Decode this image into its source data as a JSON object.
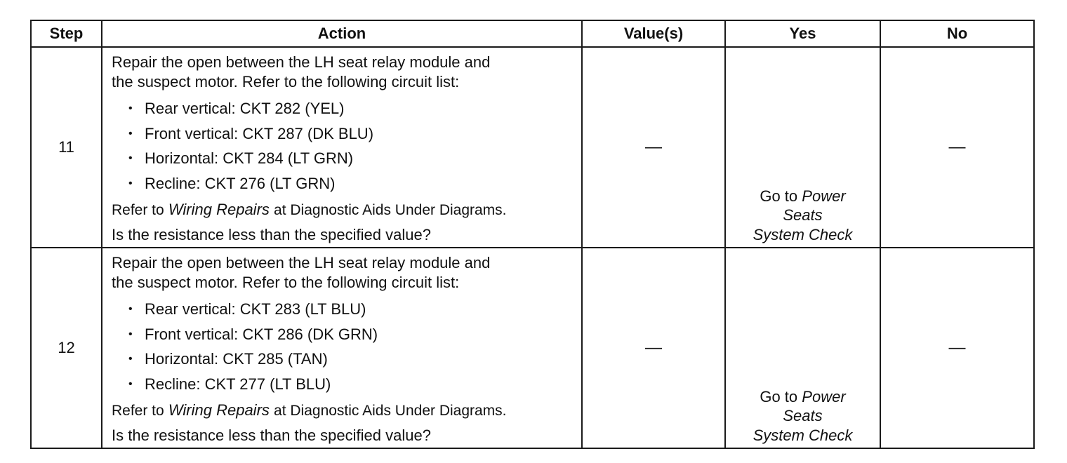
{
  "table": {
    "headers": {
      "step": "Step",
      "action": "Action",
      "values": "Value(s)",
      "yes": "Yes",
      "no": "No"
    },
    "rows": [
      {
        "step": "11",
        "intro_line1": "Repair the open between the LH seat relay module and",
        "intro_line2": "the suspect motor. Refer to the following circuit list:",
        "circuits": [
          "Rear vertical: CKT 282 (YEL)",
          "Front vertical: CKT 287 (DK BLU)",
          "Horizontal: CKT 284 (LT GRN)",
          "Recline: CKT 276 (LT GRN)"
        ],
        "refer_lead": "Refer to",
        "refer_italic": "Wiring Repairs",
        "refer_tail": "at Diagnostic Aids Under Diagrams.",
        "question": "Is the resistance less than the specified value?",
        "value": "—",
        "yes_lead": "Go to",
        "yes_italic_1": "Power",
        "yes_italic_2": "Seats",
        "yes_italic_3": "System Check",
        "no": "—"
      },
      {
        "step": "12",
        "intro_line1": "Repair the open between the LH seat relay module and",
        "intro_line2": "the suspect motor. Refer to the following circuit list:",
        "circuits": [
          "Rear vertical: CKT 283 (LT BLU)",
          "Front vertical: CKT 286 (DK GRN)",
          "Horizontal: CKT 285 (TAN)",
          "Recline: CKT 277 (LT BLU)"
        ],
        "refer_lead": "Refer to",
        "refer_italic": "Wiring Repairs",
        "refer_tail": "at Diagnostic Aids Under Diagrams.",
        "question": "Is the resistance less than the specified value?",
        "value": "—",
        "yes_lead": "Go to",
        "yes_italic_1": "Power",
        "yes_italic_2": "Seats",
        "yes_italic_3": "System Check",
        "no": "—"
      }
    ]
  }
}
